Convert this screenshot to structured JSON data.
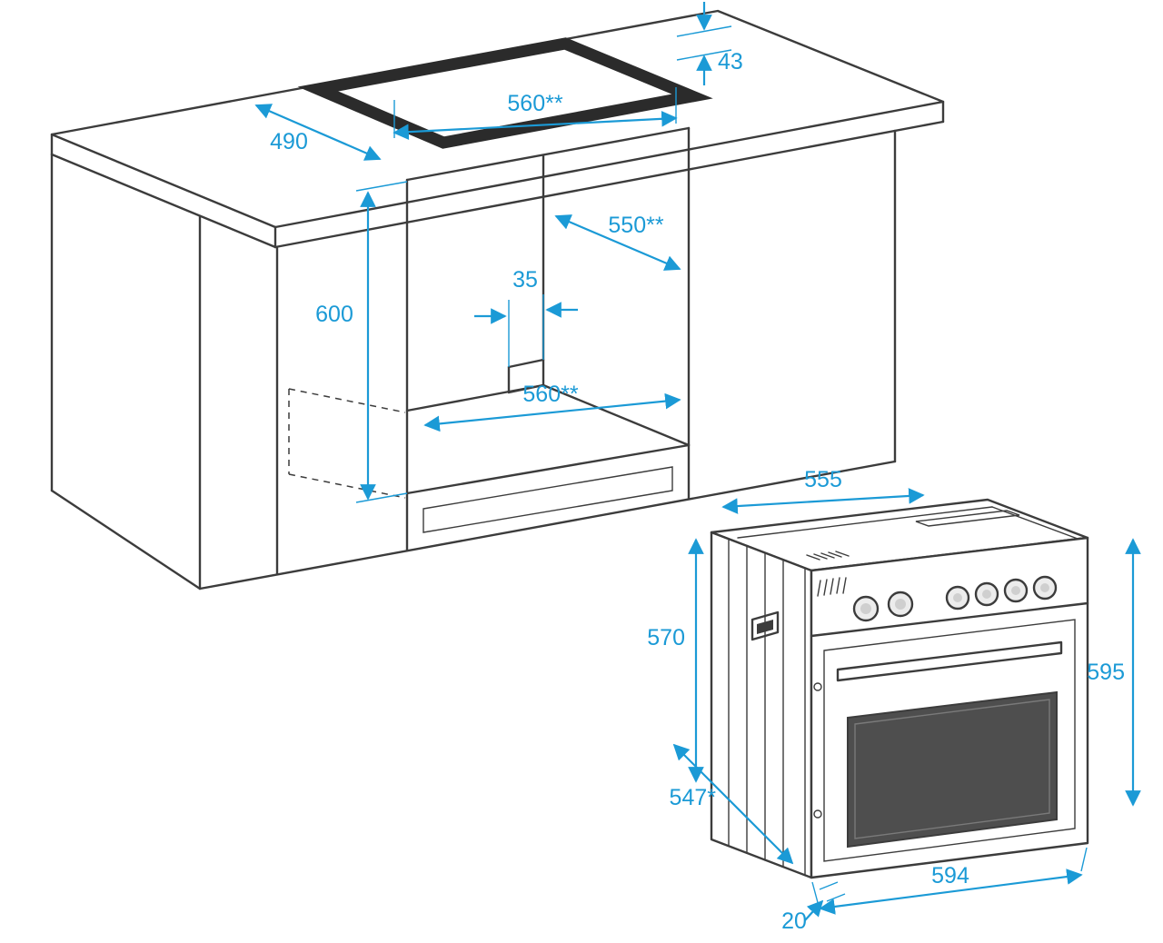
{
  "colors": {
    "dimension": "#1b9ad6",
    "line": "#3c3c3c",
    "cutout": "#2b2b2b",
    "door_glass": "#4e4e4e"
  },
  "cabinet": {
    "dims": {
      "cutout_depth": "490",
      "cutout_width": "560**",
      "worktop_thickness": "43",
      "niche_depth": "550**",
      "rear_step": "35",
      "niche_height": "600",
      "niche_width": "560**"
    }
  },
  "oven": {
    "dims": {
      "body_width": "555",
      "body_height": "570",
      "front_height": "595",
      "depth": "547*",
      "front_width": "594",
      "frame_overhang": "20"
    }
  }
}
